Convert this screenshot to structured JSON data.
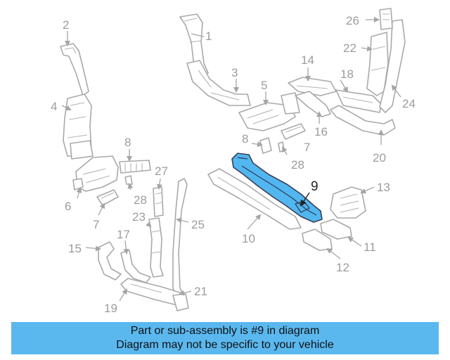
{
  "diagram": {
    "highlighted_part": "9",
    "callouts": [
      "1",
      "2",
      "3",
      "4",
      "5",
      "6",
      "7",
      "7",
      "8",
      "8",
      "9",
      "10",
      "11",
      "12",
      "13",
      "14",
      "15",
      "16",
      "17",
      "18",
      "19",
      "20",
      "21",
      "22",
      "23",
      "24",
      "25",
      "26",
      "27",
      "28",
      "28"
    ]
  },
  "colors": {
    "highlight": "#52b6f0",
    "banner": "#5ab8ef",
    "line_art": "#a9a9a9"
  },
  "banner": {
    "line1": "Part or sub-assembly is #9 in diagram",
    "line2": "Diagram may not be specific to your vehicle"
  }
}
